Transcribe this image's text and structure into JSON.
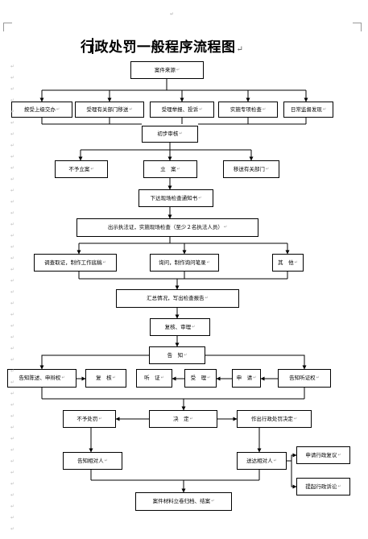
{
  "title": "行政处罚一般程序流程图",
  "paragraph_mark": "↵",
  "nodes": {
    "case_source": "案件来源",
    "src_superior": "按受上级交办",
    "src_transfer": "受理有关部门移送",
    "src_report": "受理举报、投诉",
    "src_inspection": "实施专项检查",
    "src_daily": "日常监督发现",
    "initial_review": "初步审核",
    "no_case": "不予立案",
    "file_case": "立　案",
    "refer_dept": "移送有关部门",
    "notice": "下达现场检查通知书",
    "show_cert": "出示执法证，实施现场检查（至少２名执法人员）",
    "evidence": "调查取证，制作工作底稿",
    "inquiry": "询问，制作询问笔录",
    "others": "其　他",
    "summary": "汇总情况，写出检查报告",
    "review": "复核、审理",
    "inform": "告　知",
    "inform_defense": "告知陈述、申辩权",
    "recheck": "复　核",
    "hearing": "听　证",
    "accept": "受　理",
    "apply": "申　请",
    "inform_hearing": "告知听证权",
    "no_penalty": "不予处罚",
    "decision": "决　定",
    "penalty": "作出行政处罚决定",
    "notify_party": "告知相对人",
    "deliver_party": "送达相对人",
    "admin_review": "申请行政复议",
    "admin_suit": "提起行政诉讼",
    "archive": "案件材料立卷归档、结案"
  }
}
